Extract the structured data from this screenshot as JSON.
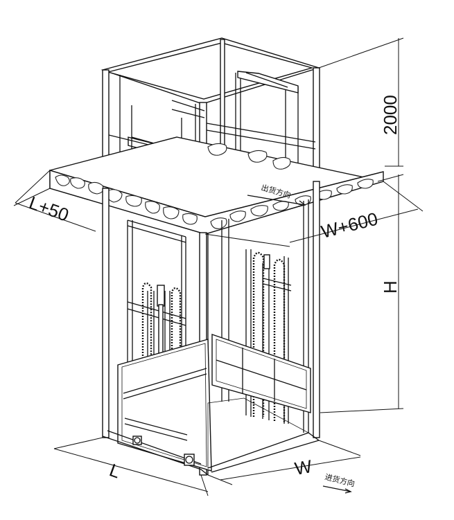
{
  "dimensions": {
    "top_height": "2000",
    "total_height": "H",
    "length_plus": "L+50",
    "width_plus": "W+600",
    "length": "L",
    "width": "W"
  },
  "directions": {
    "outgoing": "出货方向",
    "incoming": "进货方向"
  }
}
